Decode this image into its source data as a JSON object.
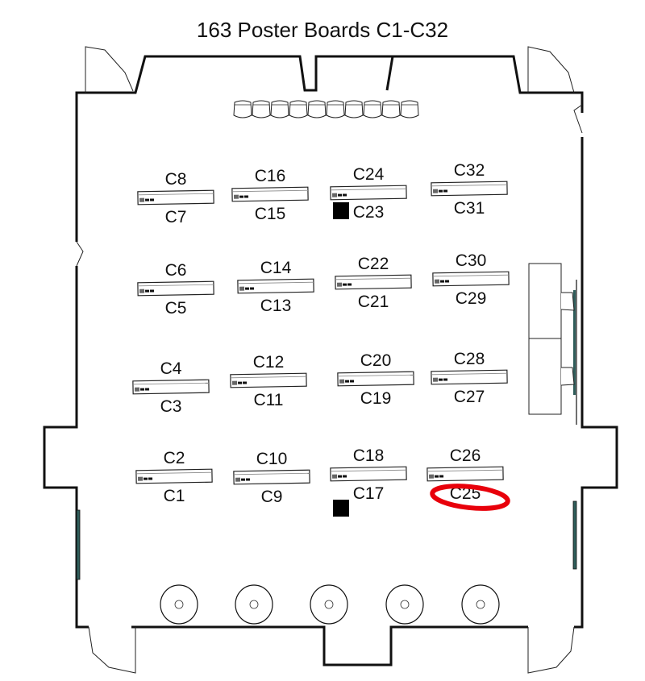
{
  "title": "163 Poster Boards C1-C32",
  "highlight_color": "#e8000b",
  "highlighted_board": "C25",
  "boards": [
    {
      "top": "C8",
      "bottom": "C7"
    },
    {
      "top": "C16",
      "bottom": "C15"
    },
    {
      "top": "C24",
      "bottom": "C23"
    },
    {
      "top": "C32",
      "bottom": "C31"
    },
    {
      "top": "C6",
      "bottom": "C5"
    },
    {
      "top": "C14",
      "bottom": "C13"
    },
    {
      "top": "C22",
      "bottom": "C21"
    },
    {
      "top": "C30",
      "bottom": "C29"
    },
    {
      "top": "C4",
      "bottom": "C3"
    },
    {
      "top": "C12",
      "bottom": "C11"
    },
    {
      "top": "C20",
      "bottom": "C19"
    },
    {
      "top": "C28",
      "bottom": "C27"
    },
    {
      "top": "C2",
      "bottom": "C1"
    },
    {
      "top": "C10",
      "bottom": "C9"
    },
    {
      "top": "C18",
      "bottom": "C17"
    },
    {
      "top": "C26",
      "bottom": "C25"
    }
  ]
}
